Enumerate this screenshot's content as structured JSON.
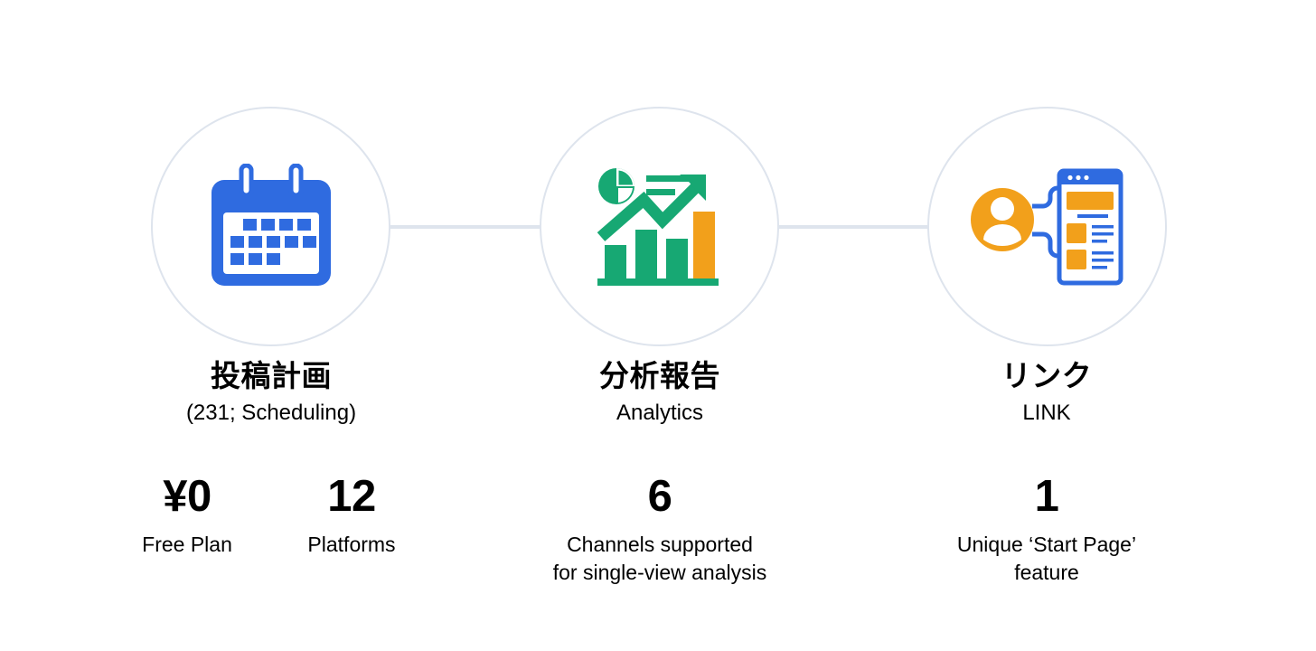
{
  "theme": {
    "background": "#ffffff",
    "text": "#000000",
    "circle_border": "#dee4ed",
    "connector": "#dee4ed",
    "blue": "#2f6be0",
    "green": "#17a873",
    "orange": "#f2a01b",
    "white": "#ffffff"
  },
  "nodes": [
    {
      "id": "scheduling",
      "icon": "calendar-icon",
      "title": "投稿計画",
      "subtitle": "(231; Scheduling)"
    },
    {
      "id": "analytics",
      "icon": "analytics-chart-icon",
      "title": "分析報告",
      "subtitle": "Analytics"
    },
    {
      "id": "link",
      "icon": "link-profile-page-icon",
      "title": "リンク",
      "subtitle": "LINK"
    }
  ],
  "stats": [
    {
      "id": "free-plan",
      "value": "¥0",
      "caption": "Free Plan"
    },
    {
      "id": "platforms",
      "value": "12",
      "caption": "Platforms"
    },
    {
      "id": "channels",
      "value": "6",
      "caption": "Channels supported\nfor single-view analysis"
    },
    {
      "id": "start-page",
      "value": "1",
      "caption": "Unique ‘Start Page’\nfeature"
    }
  ],
  "connectors": [
    {
      "id": "connector-1-2",
      "from": "scheduling",
      "to": "analytics"
    },
    {
      "id": "connector-2-3",
      "from": "analytics",
      "to": "link"
    }
  ]
}
